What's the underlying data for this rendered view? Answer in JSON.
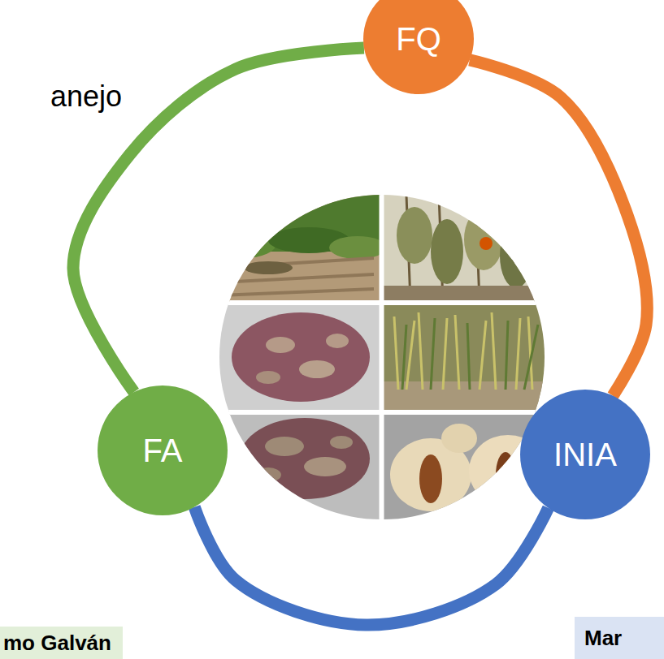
{
  "diagram": {
    "nodes": [
      {
        "text": [
          "FQ"
        ]
      },
      {
        "text": [
          "FA"
        ]
      },
      {
        "text": [
          "INIA"
        ]
      },
      {
        "text": [
          "mo Galván"
        ]
      },
      {
        "text": [
          "Mar"
        ]
      }
    ],
    "edges": [
      {
        "from": 0,
        "to": 2,
        "arrow": "none"
      },
      {
        "from": 2,
        "to": 1,
        "arrow": "none"
      },
      {
        "from": 1,
        "to": 0,
        "arrow": "none"
      }
    ],
    "labels": [
      "anejo"
    ]
  }
}
